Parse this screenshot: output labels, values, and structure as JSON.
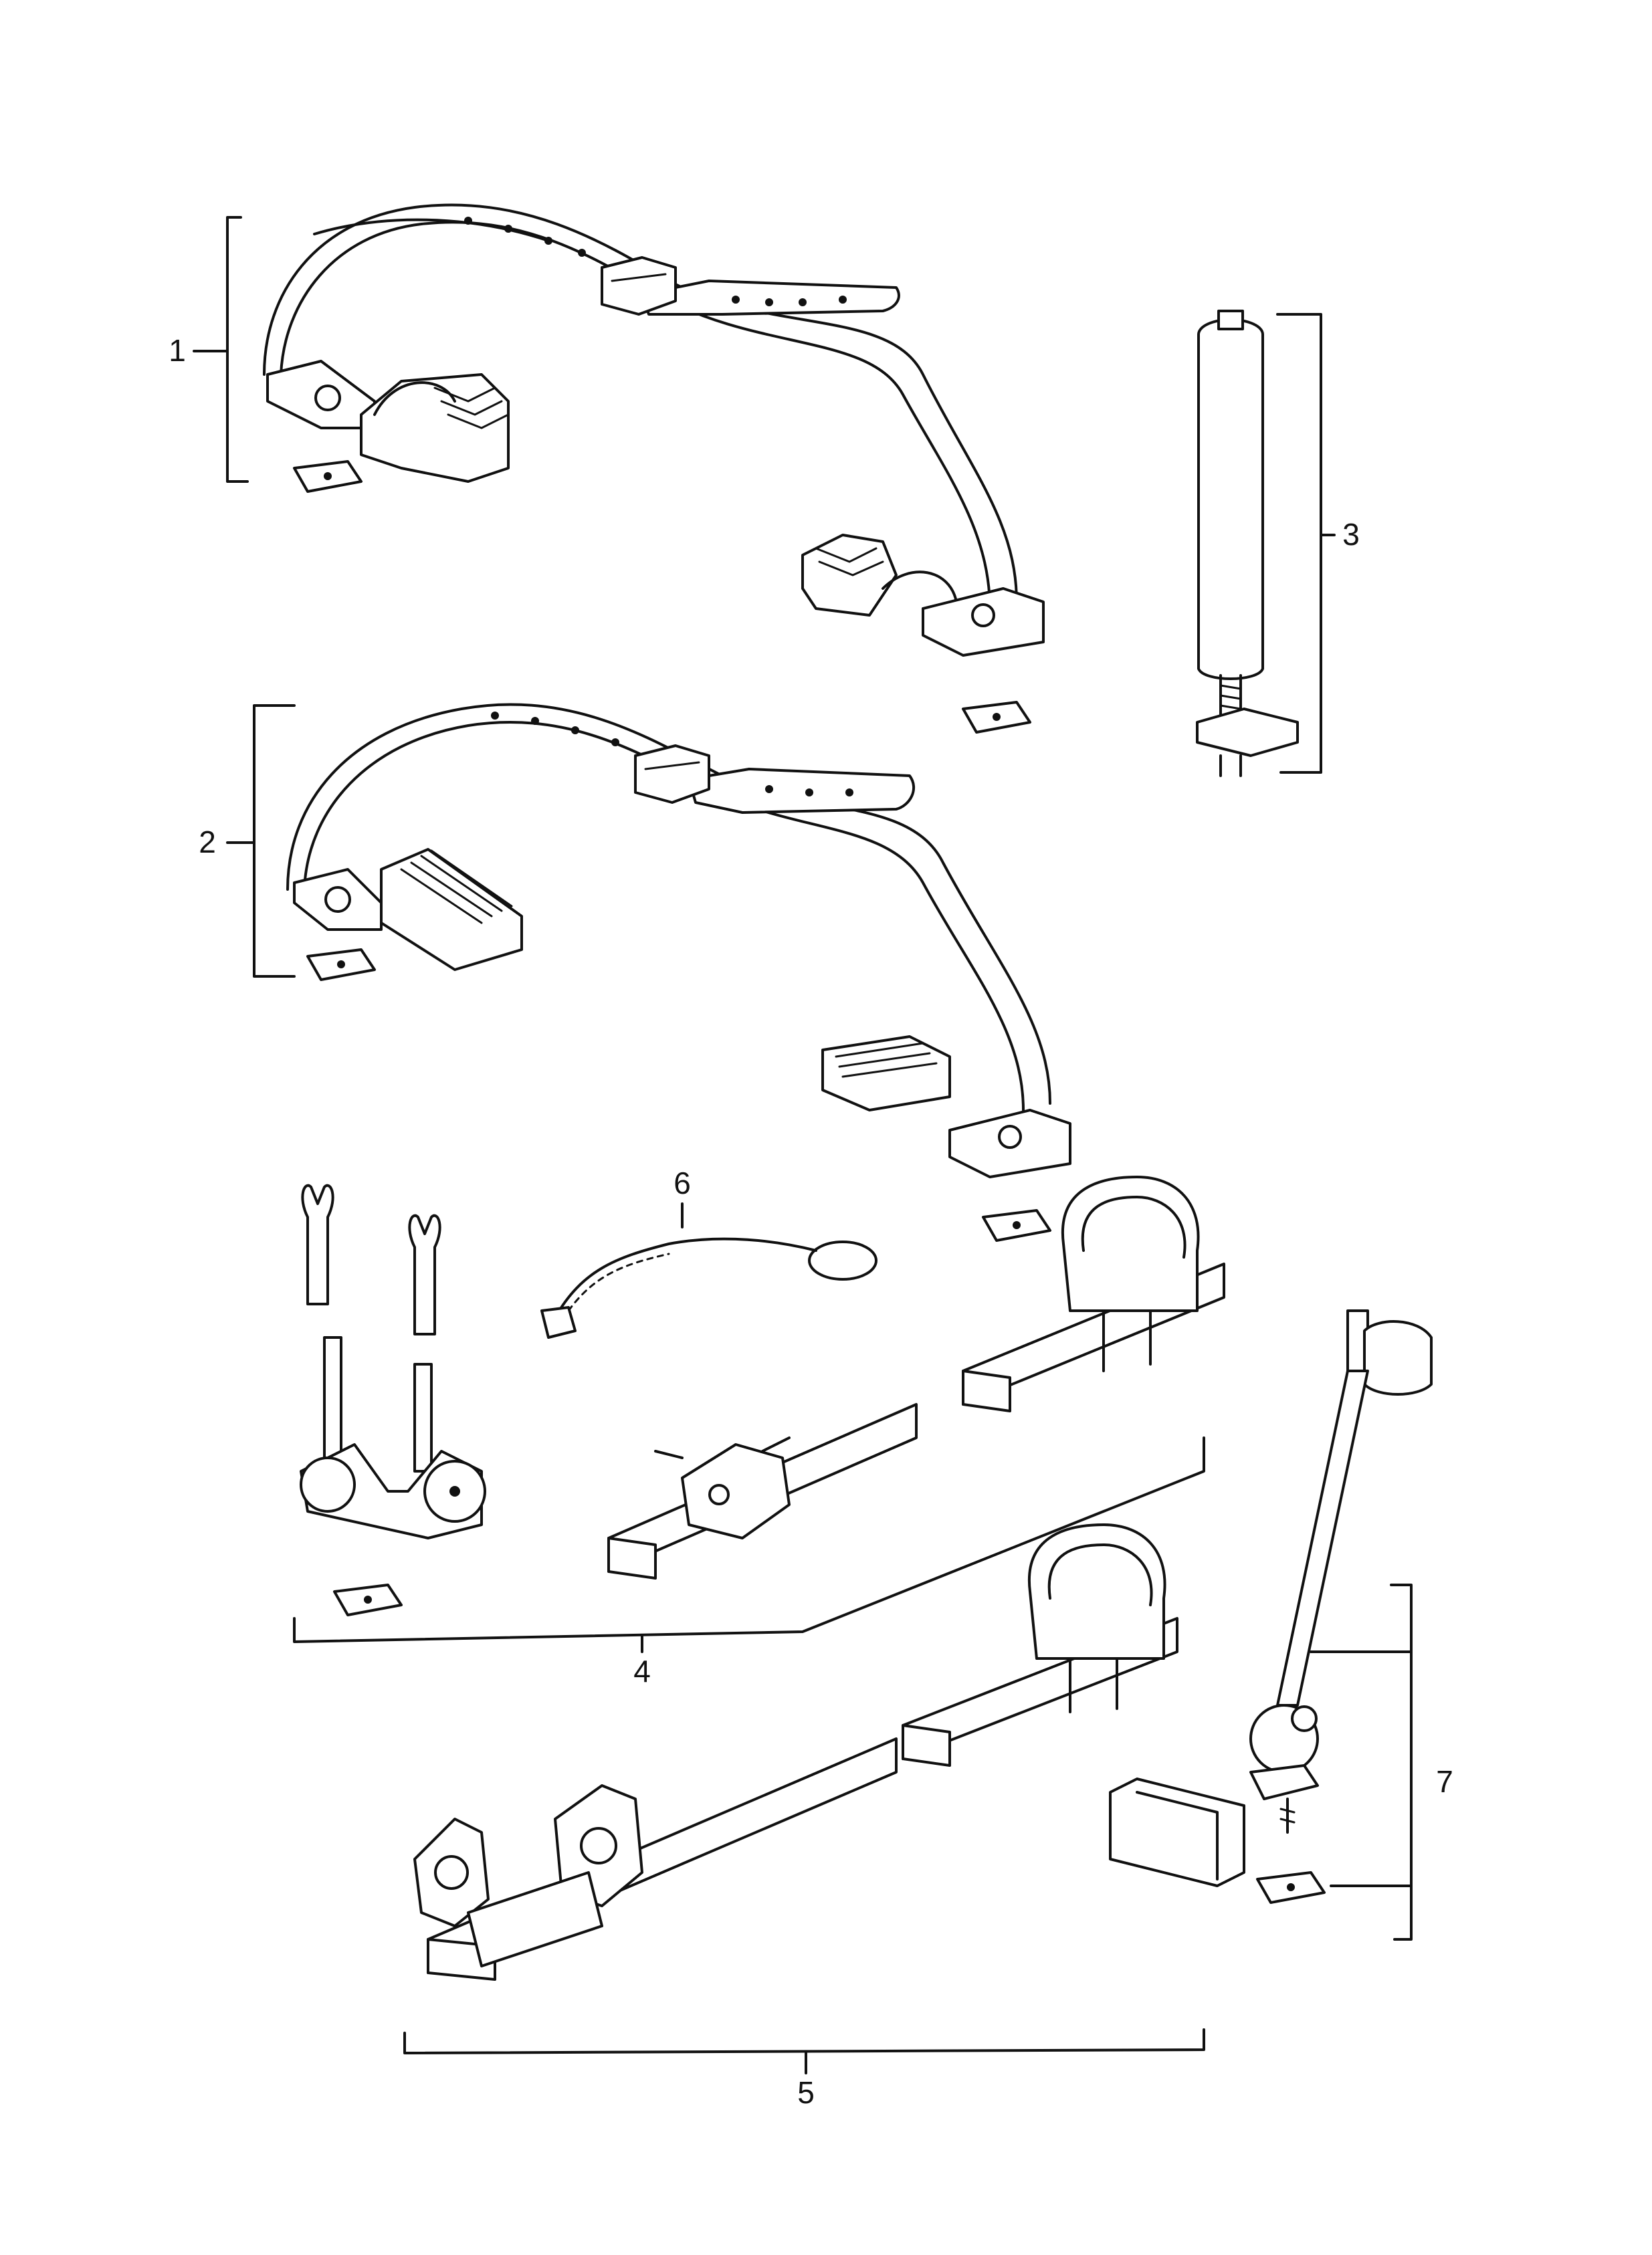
{
  "callouts": {
    "c1": "1",
    "c2": "2",
    "c3": "3",
    "c4": "4",
    "c5": "5",
    "c6": "6",
    "c7": "7"
  },
  "parts": [
    {
      "callout": "1",
      "depicts": "strap-with-fork-clamp"
    },
    {
      "callout": "2",
      "depicts": "strap-with-wheel-block"
    },
    {
      "callout": "3",
      "depicts": "spacer-post"
    },
    {
      "callout": "4",
      "depicts": "fork-mount-bar"
    },
    {
      "callout": "5",
      "depicts": "bike-carrier-bar"
    },
    {
      "callout": "6",
      "depicts": "security-cable"
    },
    {
      "callout": "7",
      "depicts": "support-arm"
    }
  ]
}
